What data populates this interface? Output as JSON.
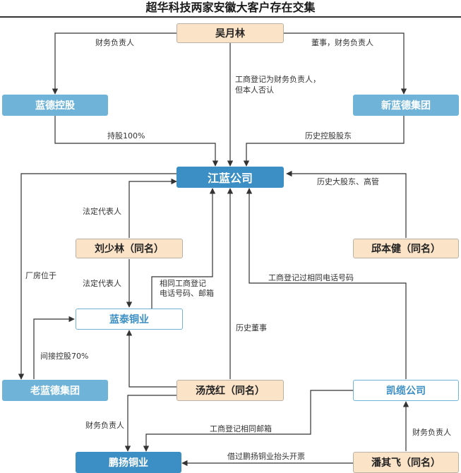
{
  "title": "超华科技两家安徽大客户存在交集",
  "nodes": {
    "wu_yuelin": "吴月林",
    "lande_konggu": "蓝德控股",
    "xin_lande": "新蓝德集团",
    "jianglan": "江蓝公司",
    "liu_shaolin": "刘少林（同名）",
    "qiu_benjian": "邱本健（同名）",
    "lantai": "蓝泰铜业",
    "lao_lande": "老蓝德集团",
    "tang_maohong": "汤茂红（同名）",
    "kailan": "凯缆公司",
    "pengyang": "鹏扬铜业",
    "pan_qifei": "潘其飞（同名）"
  },
  "labels": {
    "wu_to_lande": "财务负责人",
    "wu_to_xin": "董事，财务负责人",
    "wu_to_jianglan_1": "工商登记为财务负责人，",
    "wu_to_jianglan_2": "但本人否认",
    "lande_holds": "持股100%",
    "xin_history": "历史控股股东",
    "qiu_history": "历史大股东、高管",
    "liu_legal_1": "法定代表人",
    "liu_legal_2": "法定代表人",
    "factory": "厂房位于",
    "lantai_same_1": "相同工商登记",
    "lantai_same_2": "电话号码、邮箱",
    "kailan_phone": "工商登记过相同电话号码",
    "tang_history": "历史董事",
    "indirect": "间接控股70%",
    "tang_finance": "财务负责人",
    "kailan_email": "工商登记相同邮箱",
    "pan_finance": "财务负责人",
    "pan_invoice": "借过鹏扬铜业抬头开票"
  },
  "colors": {
    "person_fill": "#fbe3c8",
    "company_fill": "#6fb4d8",
    "company_dark": "#3b8fc4",
    "line": "#333333"
  }
}
